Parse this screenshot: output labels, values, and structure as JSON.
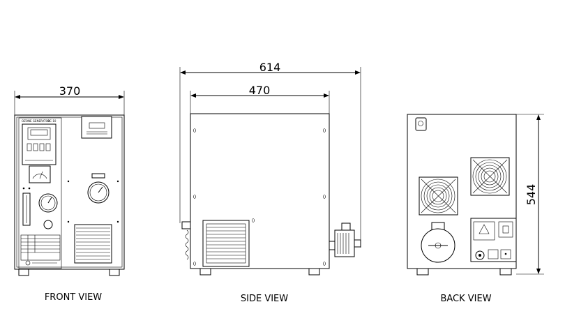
{
  "dimensions": {
    "front_width": "370",
    "side_overall": "614",
    "side_body": "470",
    "back_height": "544"
  },
  "labels": {
    "front": "FRONT VIEW",
    "side": "SIDE VIEW",
    "back": "BACK VIEW"
  },
  "front_panel": {
    "title": "OZONE GENERATOR",
    "model": "OC-10"
  }
}
